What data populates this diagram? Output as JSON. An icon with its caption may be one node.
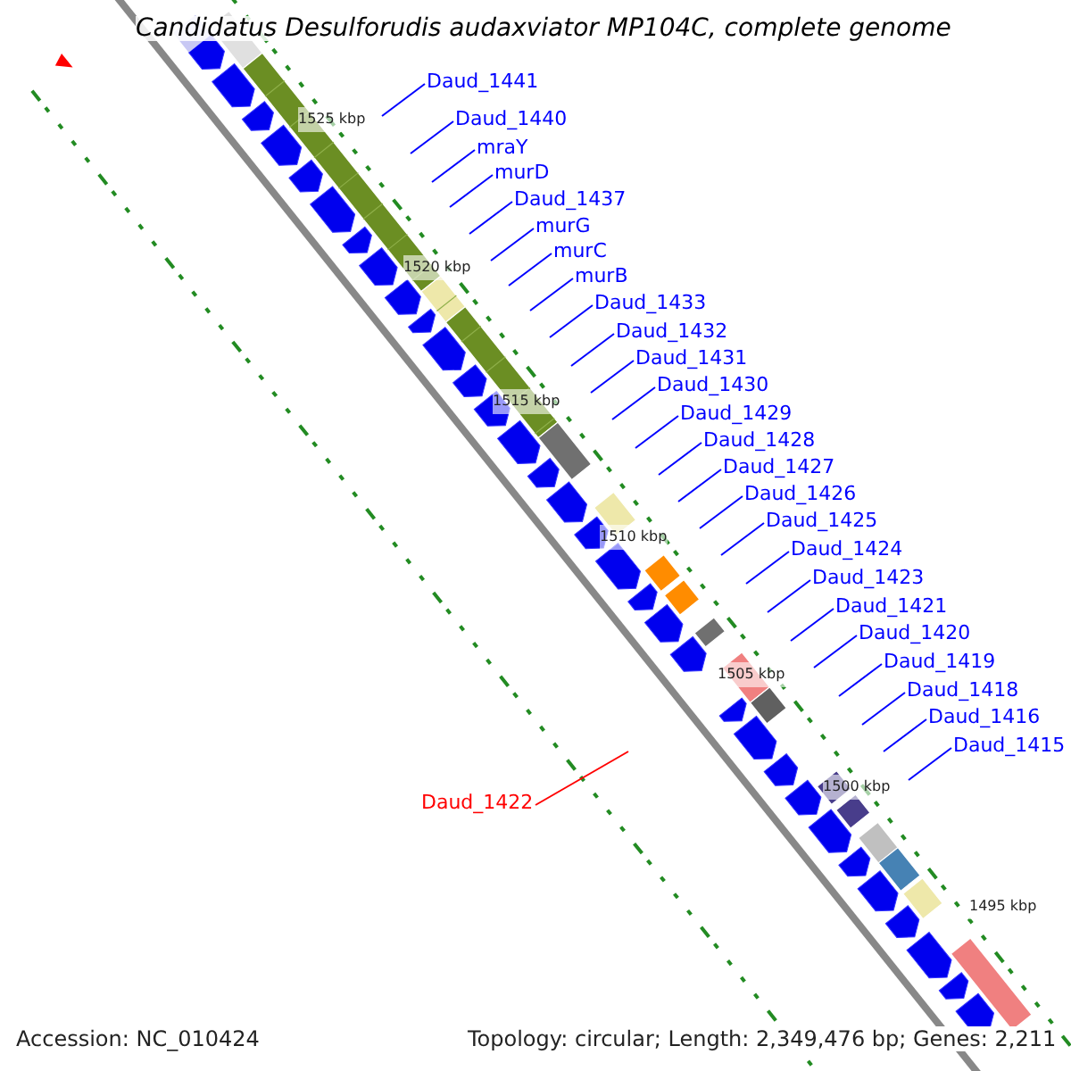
{
  "diagram": {
    "title": "Candidatus Desulforudis audaxviator MP104C, complete genome",
    "nodes": [
      {
        "text": [
          "Daud_1441"
        ]
      },
      {
        "text": [
          "Daud_1440"
        ]
      },
      {
        "text": [
          "mraY"
        ]
      },
      {
        "text": [
          "murD"
        ]
      },
      {
        "text": [
          "Daud_1437"
        ]
      },
      {
        "text": [
          "murG"
        ]
      },
      {
        "text": [
          "murC"
        ]
      },
      {
        "text": [
          "murB"
        ]
      },
      {
        "text": [
          "Daud_1433"
        ]
      },
      {
        "text": [
          "Daud_1432"
        ]
      },
      {
        "text": [
          "Daud_1431"
        ]
      },
      {
        "text": [
          "Daud_1430"
        ]
      },
      {
        "text": [
          "Daud_1429"
        ]
      },
      {
        "text": [
          "Daud_1428"
        ]
      },
      {
        "text": [
          "Daud_1427"
        ]
      },
      {
        "text": [
          "Daud_1426"
        ]
      },
      {
        "text": [
          "Daud_1425"
        ]
      },
      {
        "text": [
          "Daud_1424"
        ]
      },
      {
        "text": [
          "Daud_1423"
        ]
      },
      {
        "text": [
          "Daud_1421"
        ]
      },
      {
        "text": [
          "Daud_1420"
        ]
      },
      {
        "text": [
          "Daud_1419"
        ]
      },
      {
        "text": [
          "Daud_1418"
        ]
      },
      {
        "text": [
          "Daud_1416"
        ]
      },
      {
        "text": [
          "Daud_1415"
        ]
      },
      {
        "text": [
          "Daud_1422"
        ]
      }
    ],
    "edges": [
      {
        "from": 0,
        "to": null,
        "arrow": "none"
      },
      {
        "from": 1,
        "to": null,
        "arrow": "none"
      },
      {
        "from": 2,
        "to": null,
        "arrow": "none"
      },
      {
        "from": 3,
        "to": null,
        "arrow": "none"
      },
      {
        "from": 4,
        "to": null,
        "arrow": "none"
      },
      {
        "from": 5,
        "to": null,
        "arrow": "none"
      },
      {
        "from": 6,
        "to": null,
        "arrow": "none"
      },
      {
        "from": 7,
        "to": null,
        "arrow": "none"
      },
      {
        "from": 8,
        "to": null,
        "arrow": "none"
      },
      {
        "from": 9,
        "to": null,
        "arrow": "none"
      },
      {
        "from": 10,
        "to": null,
        "arrow": "none"
      },
      {
        "from": 11,
        "to": null,
        "arrow": "none"
      },
      {
        "from": 12,
        "to": null,
        "arrow": "none"
      },
      {
        "from": 13,
        "to": null,
        "arrow": "none"
      },
      {
        "from": 14,
        "to": null,
        "arrow": "none"
      },
      {
        "from": 15,
        "to": null,
        "arrow": "none"
      },
      {
        "from": 16,
        "to": null,
        "arrow": "none"
      },
      {
        "from": 17,
        "to": null,
        "arrow": "none"
      },
      {
        "from": 18,
        "to": null,
        "arrow": "none"
      },
      {
        "from": 19,
        "to": null,
        "arrow": "none"
      },
      {
        "from": 20,
        "to": null,
        "arrow": "none"
      },
      {
        "from": 21,
        "to": null,
        "arrow": "none"
      },
      {
        "from": 22,
        "to": null,
        "arrow": "none"
      },
      {
        "from": 23,
        "to": null,
        "arrow": "none"
      },
      {
        "from": 24,
        "to": null,
        "arrow": "none"
      },
      {
        "from": 25,
        "to": null,
        "arrow": "none",
        "color": "#ff0000"
      }
    ],
    "labels": [
      "1525 kbp",
      "1520 kbp",
      "1515 kbp",
      "1510 kbp",
      "1505 kbp",
      "1500 kbp",
      "1495 kbp",
      "Accession: NC_010424",
      "Topology: circular; Length: 2,349,476 bp; Genes: 2,211"
    ]
  }
}
